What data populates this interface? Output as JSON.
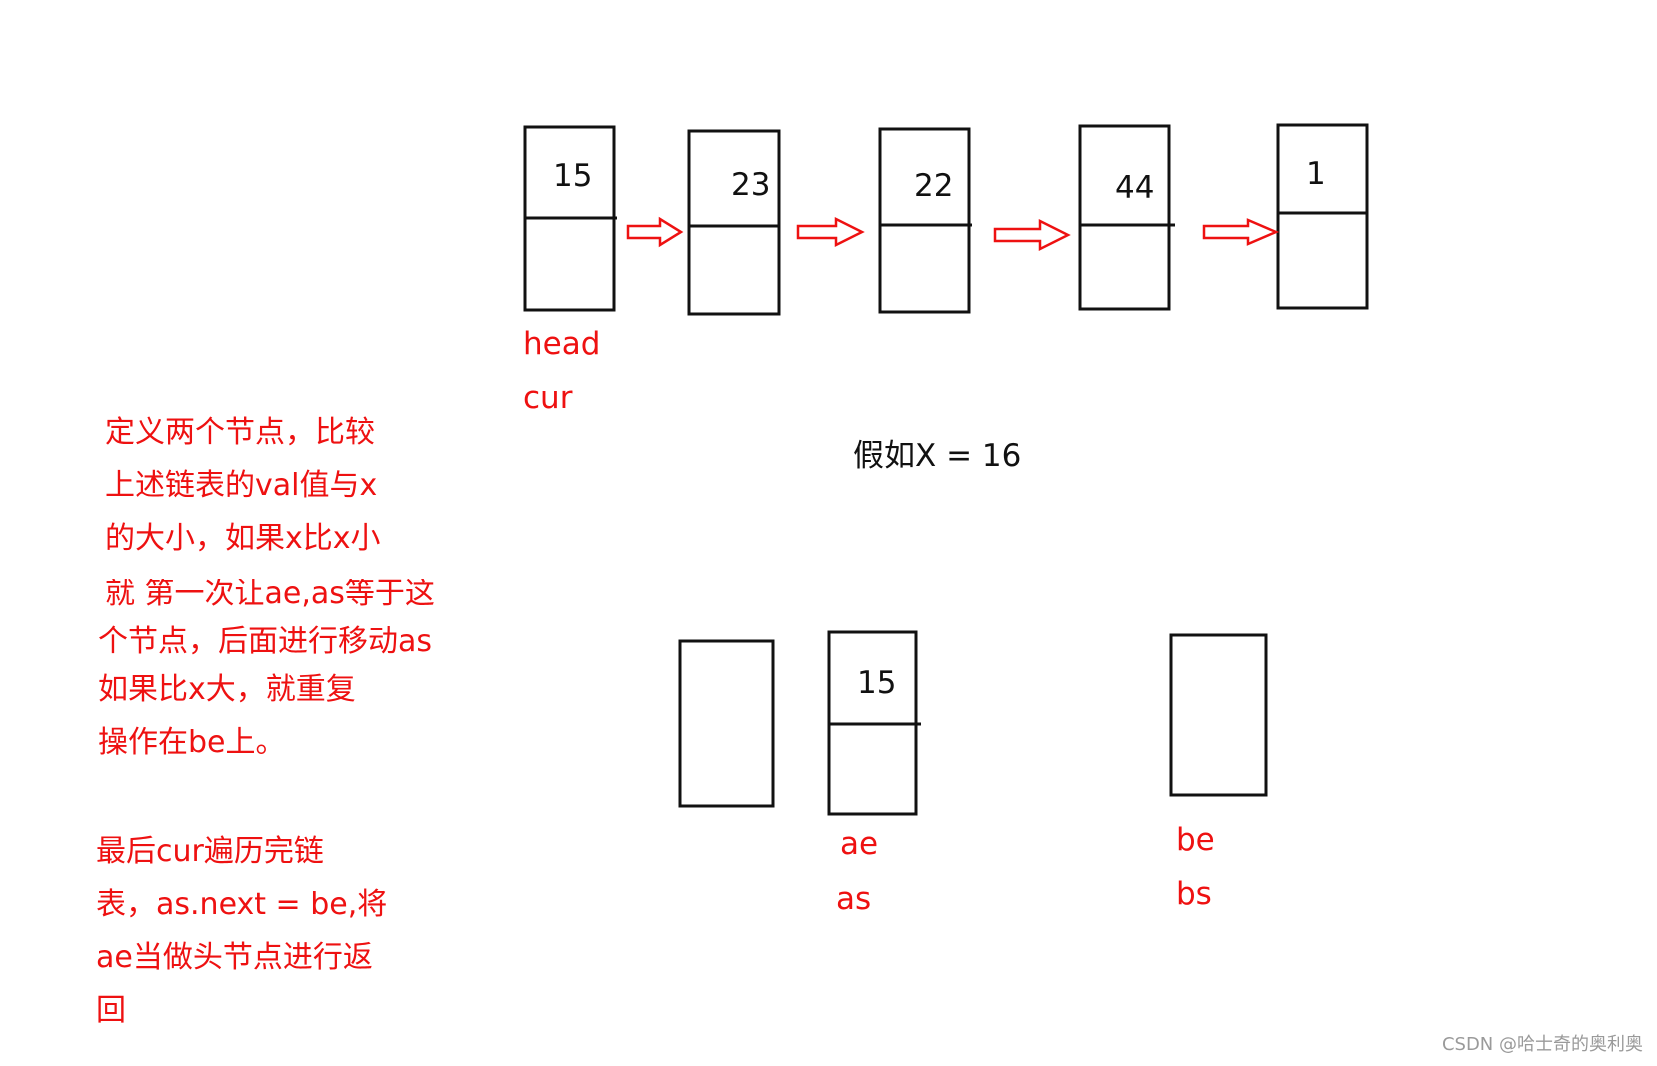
{
  "top_list": {
    "nodes": [
      {
        "value": "15"
      },
      {
        "value": "23"
      },
      {
        "value": "22"
      },
      {
        "value": "44"
      },
      {
        "value": "1"
      }
    ],
    "pointer_labels": [
      "head",
      "cur"
    ]
  },
  "condition": "假如X = 16",
  "bottom_nodes": {
    "ae_node_value": "15",
    "ae_labels": [
      "ae",
      "as"
    ],
    "be_labels": [
      "be",
      "bs"
    ]
  },
  "notes": {
    "paragraph1": [
      "定义两个节点，比较",
      "上述链表的val值与x",
      "的大小，如果x比x小",
      "就 第一次让ae,as等于这",
      "个节点，后面进行移动as",
      "如果比x大，就重复",
      "操作在be上。"
    ],
    "paragraph2": [
      "最后cur遍历完链",
      "表，as.next = be,将",
      "ae当做头节点进行返",
      "回"
    ]
  },
  "watermark": "CSDN @哈士奇的奥利奥",
  "colors": {
    "annotation": "#ee1111",
    "box_stroke": "#111111",
    "arrow": "#ee1111"
  }
}
